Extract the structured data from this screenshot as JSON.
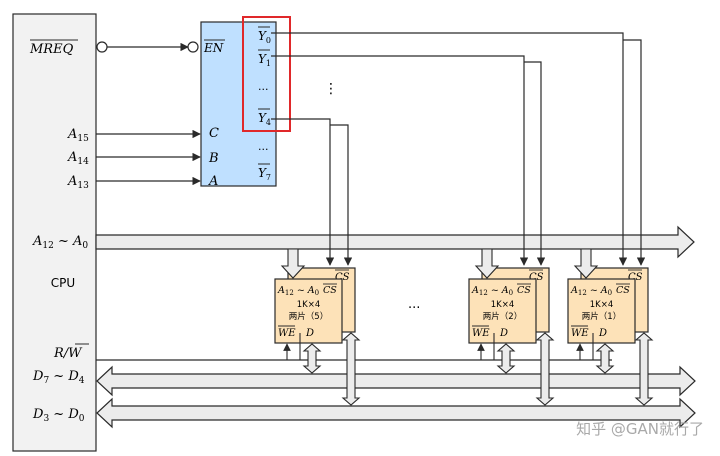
{
  "cpu": {
    "label": "CPU",
    "pins": {
      "mreq": "MREQ",
      "a15": "A",
      "a15_sub": "15",
      "a14": "A",
      "a14_sub": "14",
      "a13": "A",
      "a13_sub": "13",
      "addr_low": "A",
      "addr_low_sub1": "12",
      "addr_low_tilde": " ~ A",
      "addr_low_sub2": "0",
      "rw_r": "R/",
      "rw_w": "W",
      "d_hi": "D",
      "d_hi_sub1": "7",
      "d_hi_tilde": " ~ D",
      "d_hi_sub2": "4",
      "d_lo": "D",
      "d_lo_sub1": "3",
      "d_lo_tilde": " ~ D",
      "d_lo_sub2": "0"
    }
  },
  "decoder": {
    "en": "EN",
    "c": "C",
    "b": "B",
    "a": "A",
    "y0": "Y",
    "y0_sub": "0",
    "y1": "Y",
    "y1_sub": "1",
    "y_dots": "···",
    "y4": "Y",
    "y4_sub": "4",
    "y_dots2": "···",
    "y7": "Y",
    "y7_sub": "7",
    "vdots": "⋮"
  },
  "chips": [
    {
      "addr": "A",
      "addr_sub1": "12",
      "addr_tilde": " ~ A",
      "addr_sub2": "0",
      "cs": "CS",
      "cap": "1K×4",
      "desc": "两片（5）",
      "we": "WE",
      "d": "D"
    },
    {
      "addr": "A",
      "addr_sub1": "12",
      "addr_tilde": " ~ A",
      "addr_sub2": "0",
      "cs": "CS",
      "cap": "1K×4",
      "desc": "两片（2）",
      "we": "WE",
      "d": "D"
    },
    {
      "addr": "A",
      "addr_sub1": "12",
      "addr_tilde": " ~ A",
      "addr_sub2": "0",
      "cs": "CS",
      "cap": "1K×4",
      "desc": "两片（1）",
      "we": "WE",
      "d": "D"
    }
  ],
  "chip_gap_dots": "···",
  "watermark": "知乎 @GAN就行了",
  "colors": {
    "cpu_fill": "#f2f2f2",
    "decoder_fill": "#bfe0ff",
    "chip_fill": "#fde2b8",
    "bus_fill": "#ececec",
    "highlight": "#e0282a",
    "line": "#2a2a2a"
  }
}
